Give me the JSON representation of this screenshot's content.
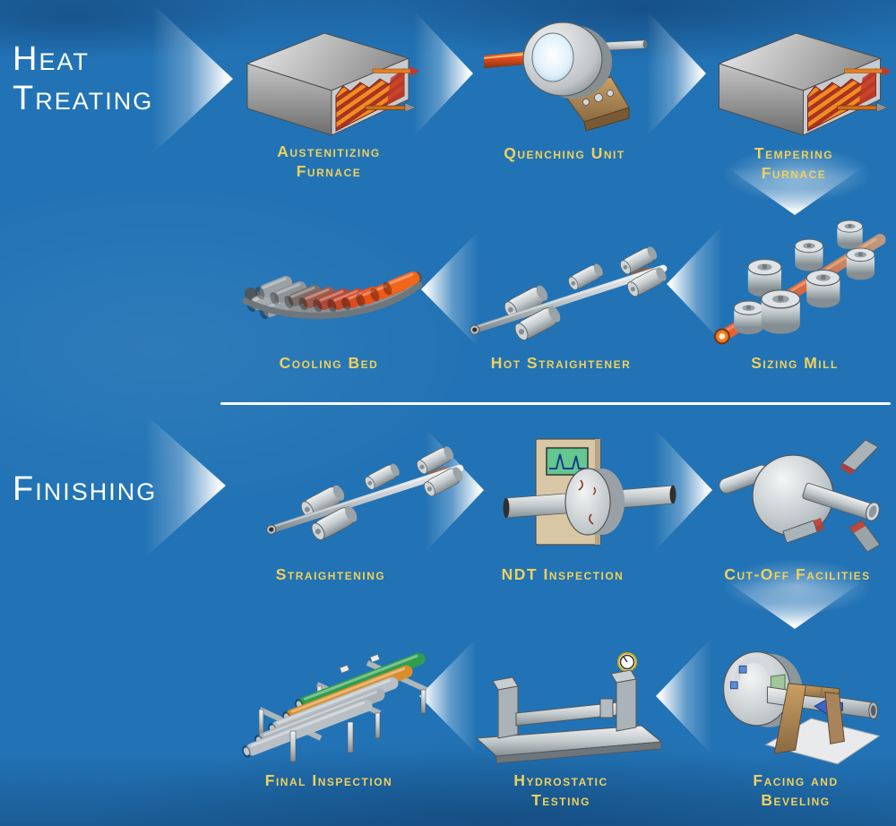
{
  "palette": {
    "background": "#2273b5",
    "label_text": "#efd05c",
    "title_text": "#ffffff",
    "arrow": "#ffffff",
    "divider": "#ffffff",
    "hot_metal": "#e8521c",
    "steel_gray": "#b9c0c5"
  },
  "sections": {
    "heat_treating": {
      "title_lines": [
        "Heat",
        "Treating"
      ]
    },
    "finishing": {
      "title_lines": [
        "Finishing"
      ]
    }
  },
  "steps": {
    "austenitizing_furnace": {
      "lines": [
        "Austenitizing",
        "Furnace"
      ]
    },
    "quenching_unit": {
      "lines": [
        "Quenching Unit"
      ]
    },
    "tempering_furnace": {
      "lines": [
        "Tempering",
        "Furnace"
      ]
    },
    "sizing_mill": {
      "lines": [
        "Sizing Mill"
      ]
    },
    "hot_straightener": {
      "lines": [
        "Hot Straightener"
      ]
    },
    "cooling_bed": {
      "lines": [
        "Cooling Bed"
      ]
    },
    "straightening": {
      "lines": [
        "Straightening"
      ]
    },
    "ndt_inspection": {
      "lines": [
        "NDT Inspection"
      ]
    },
    "cut_off_facilities": {
      "lines": [
        "Cut-Off Facilities"
      ]
    },
    "facing_and_beveling": {
      "lines": [
        "Facing and",
        "Beveling"
      ]
    },
    "hydrostatic_testing": {
      "lines": [
        "Hydrostatic",
        "Testing"
      ]
    },
    "final_inspection": {
      "lines": [
        "Final Inspection"
      ]
    }
  },
  "icons": {
    "austenitizing_furnace": "furnace-icon",
    "quenching_unit": "quenching-ring-icon",
    "tempering_furnace": "furnace-icon",
    "sizing_mill": "sizing-mill-rollers-icon",
    "hot_straightener": "straightener-rollers-icon",
    "cooling_bed": "cooling-bed-pipes-icon",
    "straightening": "straightener-rollers-icon",
    "ndt_inspection": "ndt-scope-icon",
    "cut_off_facilities": "cutting-blades-icon",
    "facing_and_beveling": "facing-lathe-icon",
    "hydrostatic_testing": "test-bench-gauge-icon",
    "final_inspection": "pipe-rack-icon"
  },
  "flow": {
    "heat_treating_order": [
      "austenitizing_furnace",
      "quenching_unit",
      "tempering_furnace",
      "sizing_mill",
      "hot_straightener",
      "cooling_bed"
    ],
    "finishing_order": [
      "straightening",
      "ndt_inspection",
      "cut_off_facilities",
      "facing_and_beveling",
      "hydrostatic_testing",
      "final_inspection"
    ]
  }
}
